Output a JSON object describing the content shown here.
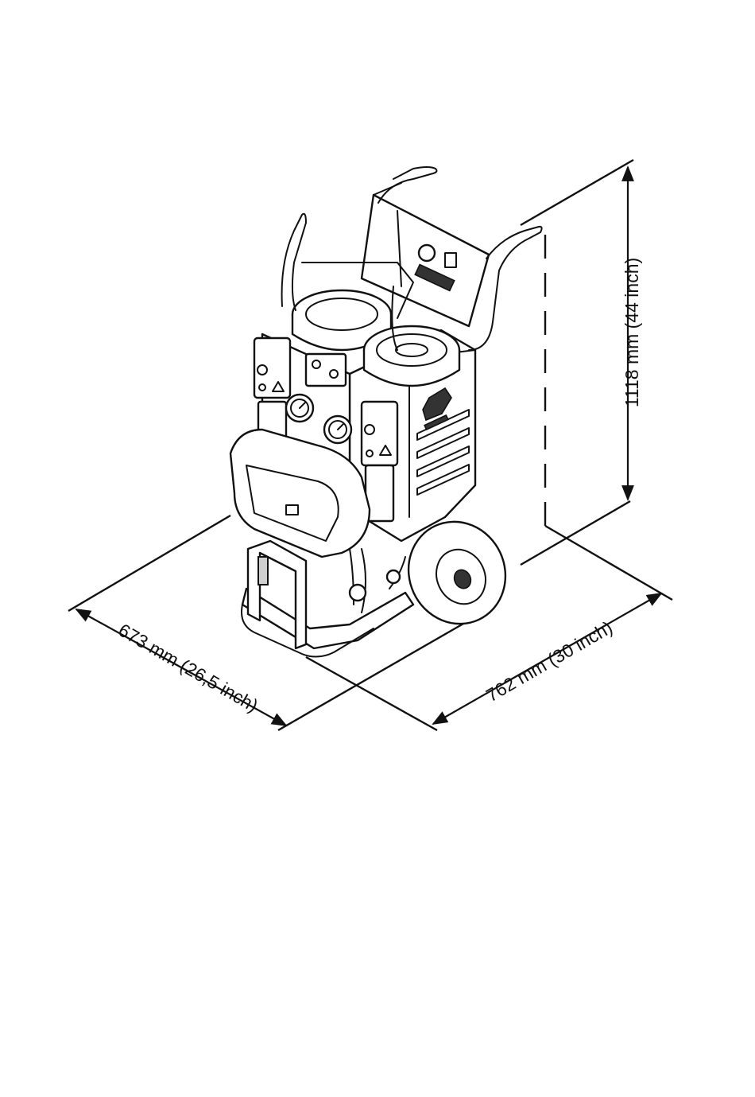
{
  "dimensions": {
    "height_label": "1118 mm (44 inch)",
    "width_label": "762 mm (30 inch)",
    "depth_label": "673 mm (26,5 inch)"
  },
  "colors": {
    "ink": "#111111",
    "background": "#ffffff"
  }
}
